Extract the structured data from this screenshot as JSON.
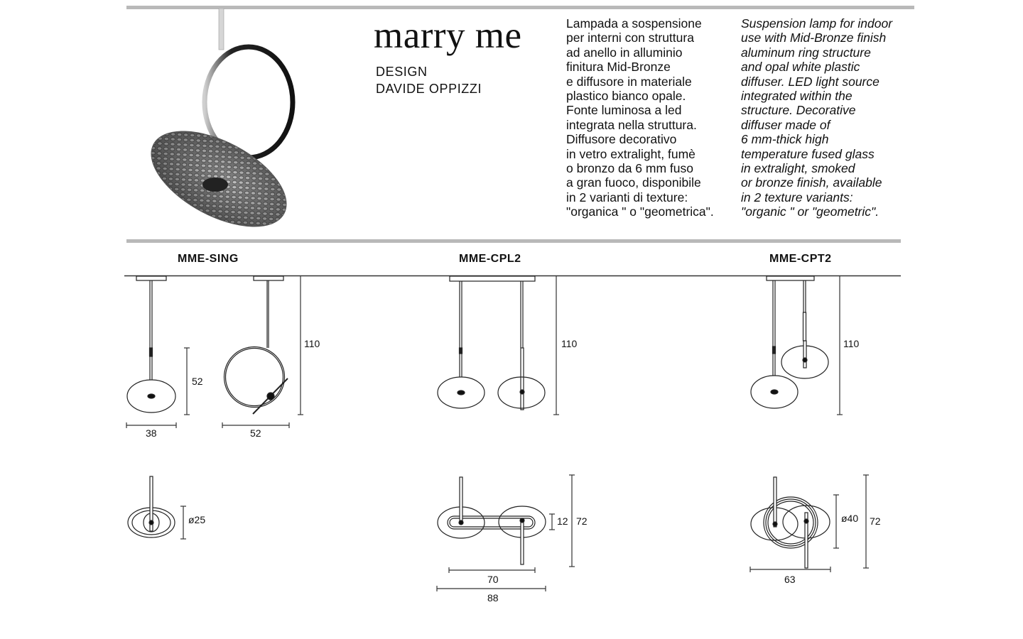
{
  "product": {
    "name": "marry me",
    "design_label": "DESIGN",
    "designer": "DAVIDE OPPIZZI"
  },
  "description_it": [
    "Lampada a sospensione",
    "per interni con struttura",
    "ad anello in alluminio",
    "finitura Mid-Bronze",
    "e diffusore in materiale",
    "plastico bianco opale.",
    "Fonte luminosa a led",
    "integrata nella struttura.",
    "Diffusore decorativo",
    "in vetro extralight, fumè",
    "o bronzo da 6 mm fuso",
    "a gran fuoco, disponibile",
    "in 2 varianti di texture:",
    "\"organica \" o \"geometrica\"."
  ],
  "description_en": [
    "Suspension lamp for indoor",
    "use with Mid-Bronze finish",
    "aluminum ring structure",
    "and opal white plastic",
    "diffuser. LED light source",
    "integrated within the",
    "structure. Decorative",
    "diffuser made of",
    "6 mm-thick high",
    "temperature fused glass",
    "in extralight, smoked",
    "or bronze finish, available",
    "in 2 texture variants:",
    "\"organic \" or \"geometric\"."
  ],
  "models": [
    {
      "code": "MME-SING",
      "dims": {
        "height_total": "110",
        "height": "52",
        "width_front": "38",
        "width_side": "52",
        "diameter": "ø25"
      }
    },
    {
      "code": "MME-CPL2",
      "dims": {
        "height_total": "110",
        "plan_small": "12",
        "plan_depth": "72",
        "plan_inner": "70",
        "plan_total": "88"
      }
    },
    {
      "code": "MME-CPT2",
      "dims": {
        "height_total": "110",
        "diameter": "ø40",
        "plan_depth": "72",
        "plan_width": "63"
      }
    }
  ]
}
